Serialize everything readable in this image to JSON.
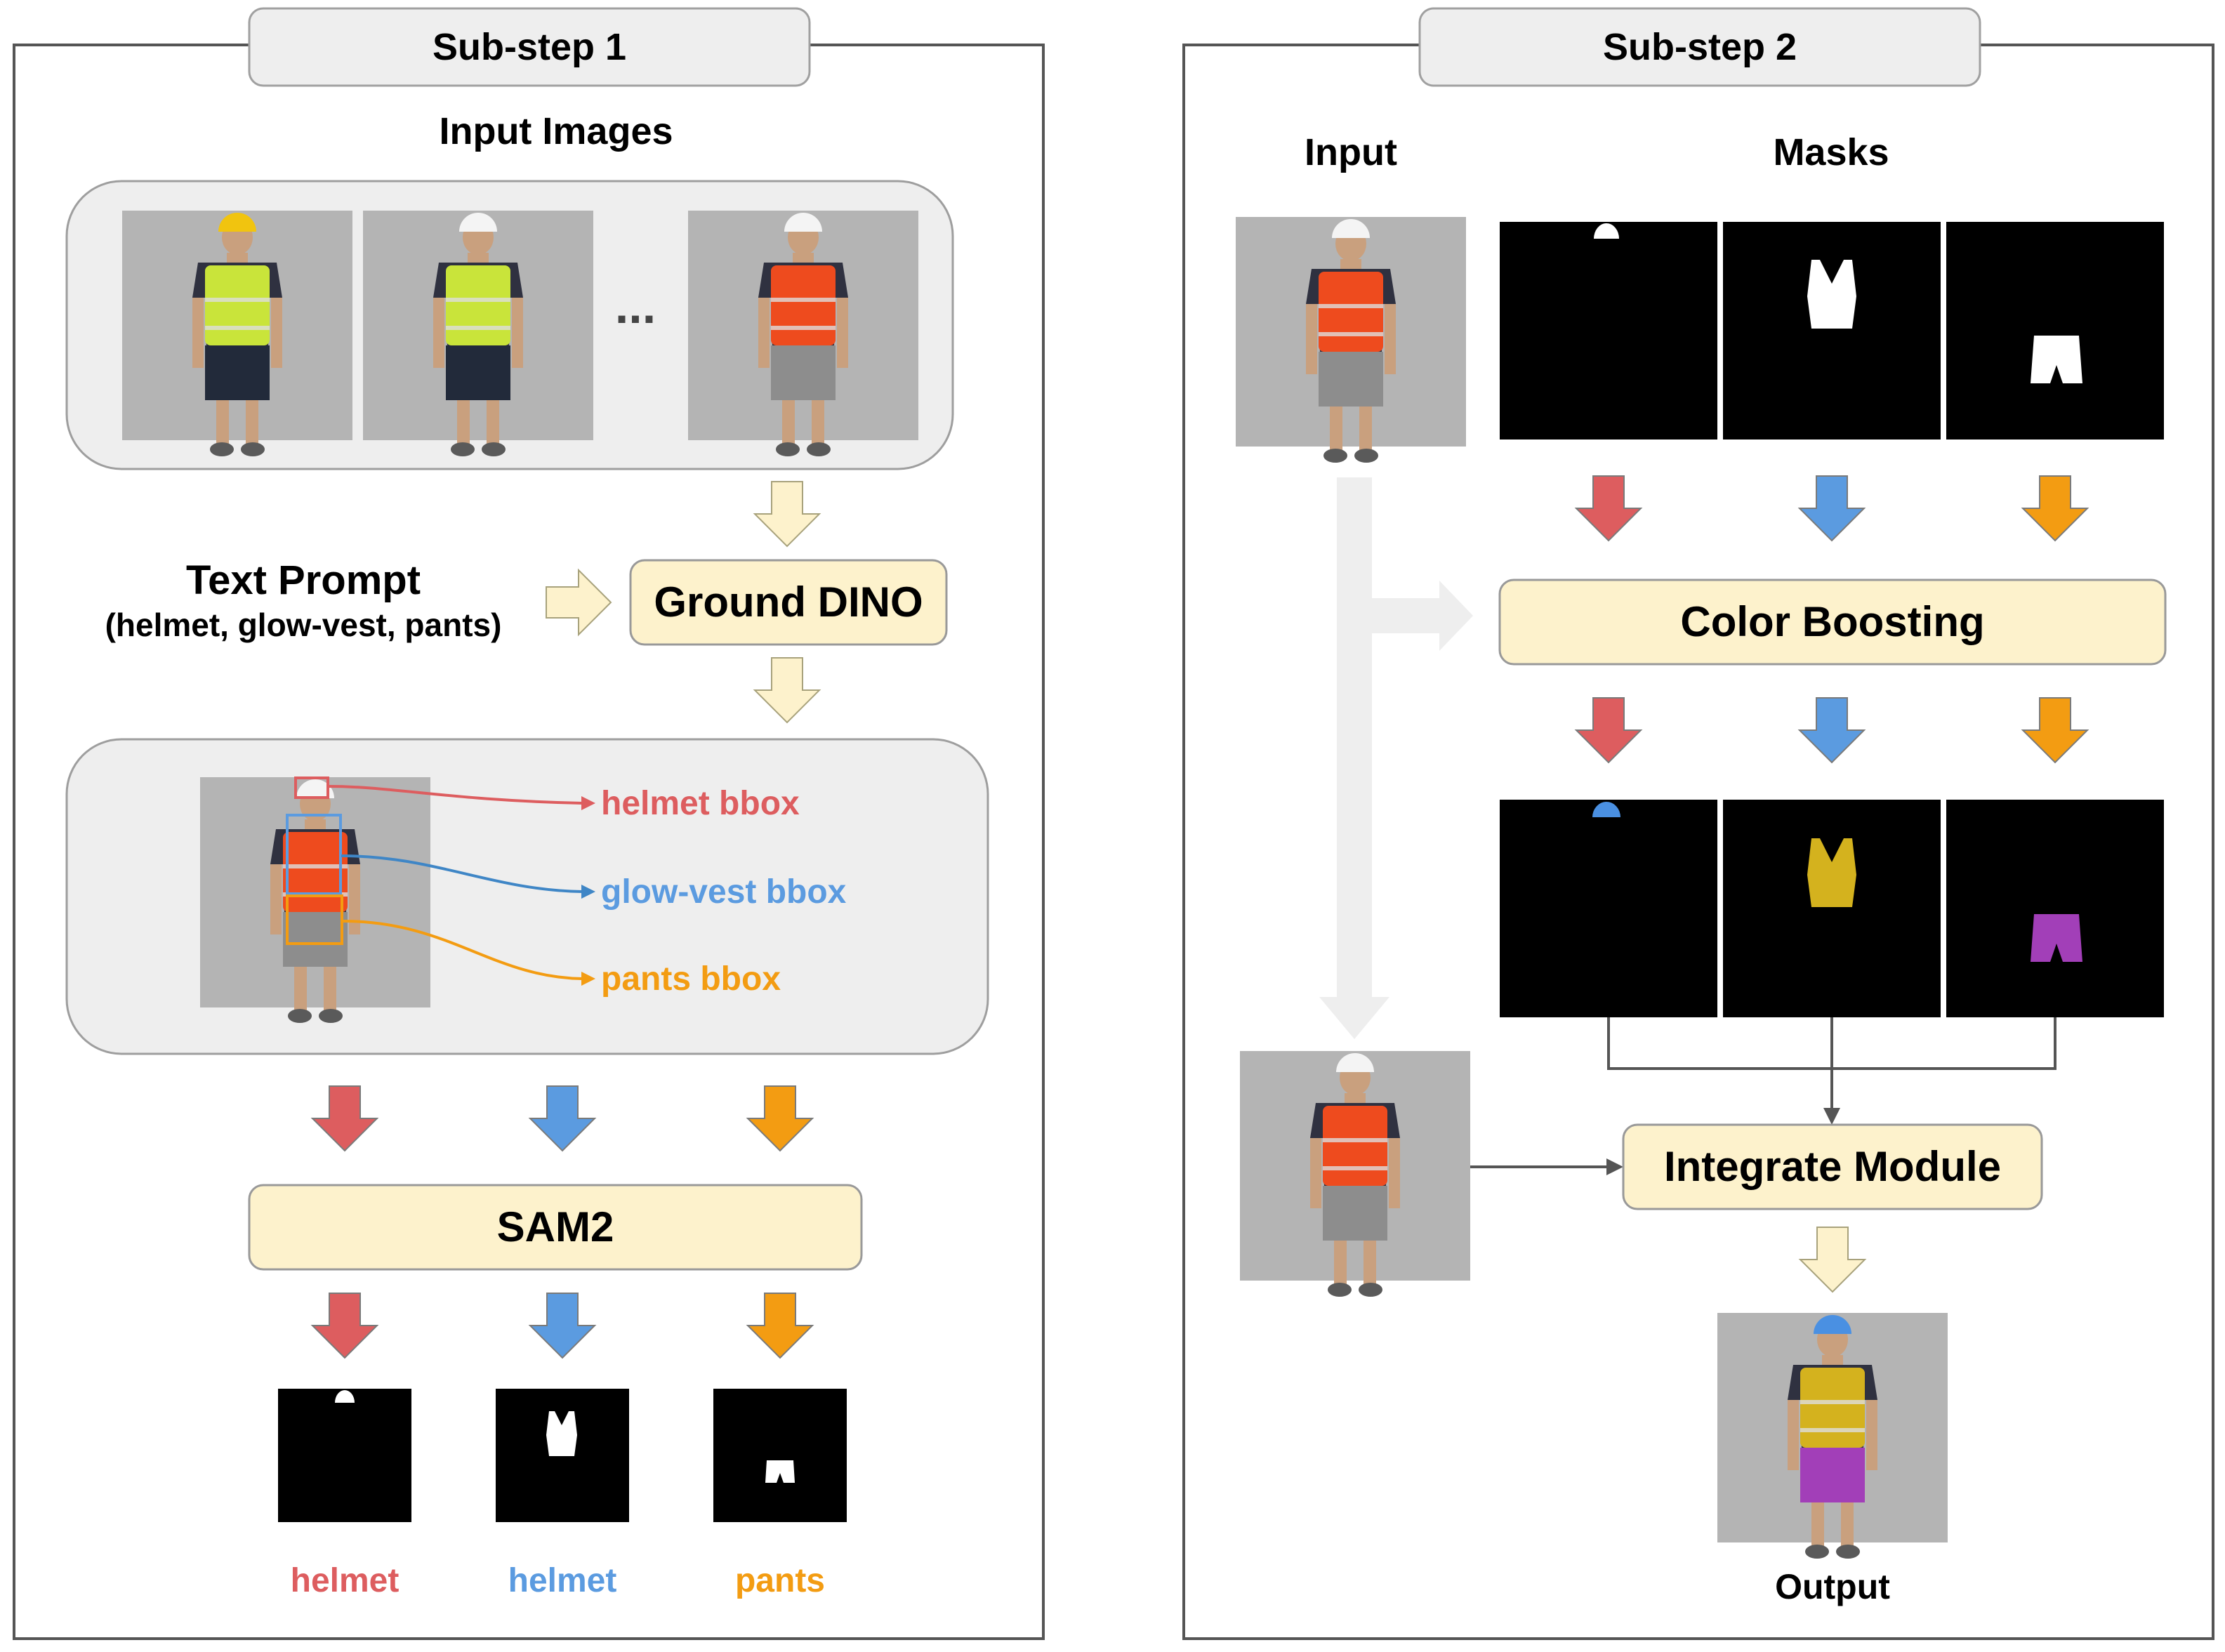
{
  "colors": {
    "red": "#dd5d5f",
    "blue": "#5b9be0",
    "orange": "#f39c12",
    "cream": "#fdf2cc",
    "panel": "#eeeeee",
    "photo_bg": "#b4b4b4",
    "mask_bg": "#000000",
    "helmet_blue": "#4a90e2",
    "vest_yellow": "#d4b21e",
    "pants_purple": "#a23fb8",
    "vest_orange": "#ee4b1e",
    "vest_lime": "#c9e43a"
  },
  "substep1": {
    "title": "Sub-step 1",
    "input_images_label": "Input Images",
    "ellipsis": "...",
    "text_prompt_title": "Text Prompt",
    "text_prompt_items": "(helmet, glow-vest, pants)",
    "ground_dino": "Ground DINO",
    "bbox_labels": [
      "helmet bbox",
      "glow-vest bbox",
      "pants bbox"
    ],
    "sam2": "SAM2",
    "mask_labels": [
      "helmet",
      "helmet",
      "pants"
    ]
  },
  "substep2": {
    "title": "Sub-step 2",
    "input_label": "Input",
    "masks_label": "Masks",
    "color_boosting": "Color Boosting",
    "integrate_module": "Integrate Module",
    "output_label": "Output"
  }
}
